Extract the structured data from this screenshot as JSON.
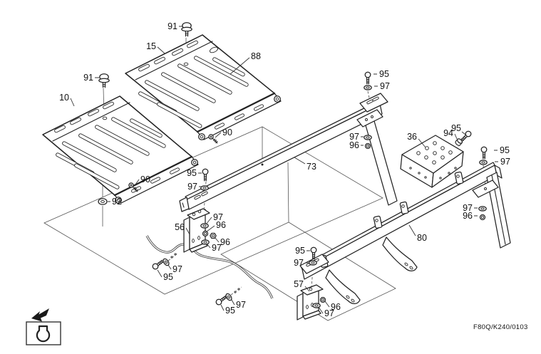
{
  "figure": {
    "code": "F80Q/K240/0103"
  },
  "callouts": [
    {
      "part": "91"
    },
    {
      "part": "15"
    },
    {
      "part": "88"
    },
    {
      "part": "91"
    },
    {
      "part": "10"
    },
    {
      "part": "90"
    },
    {
      "part": "90"
    },
    {
      "part": "92"
    },
    {
      "part": "73"
    },
    {
      "part": "95"
    },
    {
      "part": "97"
    },
    {
      "part": "95"
    },
    {
      "part": "97"
    },
    {
      "part": "36"
    },
    {
      "part": "94"
    },
    {
      "part": "95"
    },
    {
      "part": "95"
    },
    {
      "part": "97"
    },
    {
      "part": "97"
    },
    {
      "part": "96"
    },
    {
      "part": "56"
    },
    {
      "part": "97"
    },
    {
      "part": "96"
    },
    {
      "part": "96"
    },
    {
      "part": "97"
    },
    {
      "part": "97"
    },
    {
      "part": "95"
    },
    {
      "part": "95"
    },
    {
      "part": "97"
    },
    {
      "part": "57"
    },
    {
      "part": "96"
    },
    {
      "part": "97"
    },
    {
      "part": "97"
    },
    {
      "part": "95"
    },
    {
      "part": "97"
    },
    {
      "part": "96"
    },
    {
      "part": "80"
    }
  ]
}
